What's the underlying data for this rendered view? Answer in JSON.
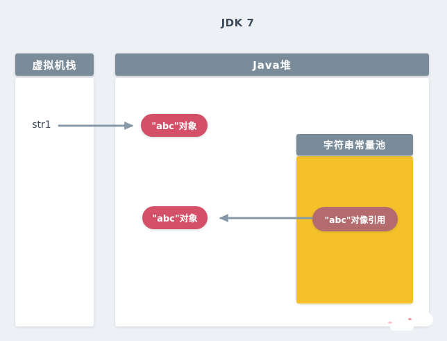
{
  "page": {
    "title": "JDK 7"
  },
  "colors": {
    "background": "#edf1f5",
    "header_gray": "#7a8b99",
    "accent_red": "#d35068",
    "muted_red": "#b36b6e",
    "pool_yellow": "#f5c12b",
    "arrow_gray": "#8799a8",
    "text_dark": "#3c4a59"
  },
  "vm_stack": {
    "header": "虚拟机栈",
    "variable": "str1"
  },
  "java_heap": {
    "header": "Java堆",
    "object_top": "\"abc\"对象",
    "object_bottom": "\"abc\"对象"
  },
  "string_pool": {
    "header": "字符串常量池",
    "reference": "\"abc\"对像引用"
  }
}
